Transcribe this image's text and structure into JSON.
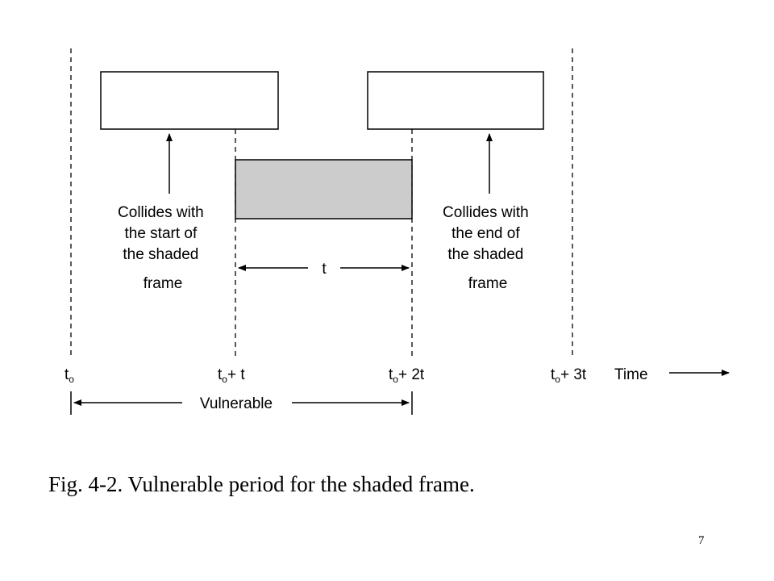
{
  "diagram": {
    "collide_start_label": [
      "Collides with",
      "the start of",
      "the shaded",
      "frame"
    ],
    "collide_end_label": [
      "Collides with",
      "the end of",
      "the shaded",
      "frame"
    ],
    "t_label": "t",
    "ticks": [
      {
        "base": "t",
        "sub": "o",
        "suffix": ""
      },
      {
        "base": "t",
        "sub": "o",
        "suffix": "+ t"
      },
      {
        "base": "t",
        "sub": "o",
        "suffix": "+ 2t"
      },
      {
        "base": "t",
        "sub": "o",
        "suffix": "+ 3t"
      }
    ],
    "time_label": "Time",
    "vulnerable_label": "Vulnerable",
    "colors": {
      "shaded_frame": "#cccccc",
      "stroke": "#000000"
    }
  },
  "caption": "Fig. 4-2. Vulnerable period for the shaded frame.",
  "page_number": "7"
}
